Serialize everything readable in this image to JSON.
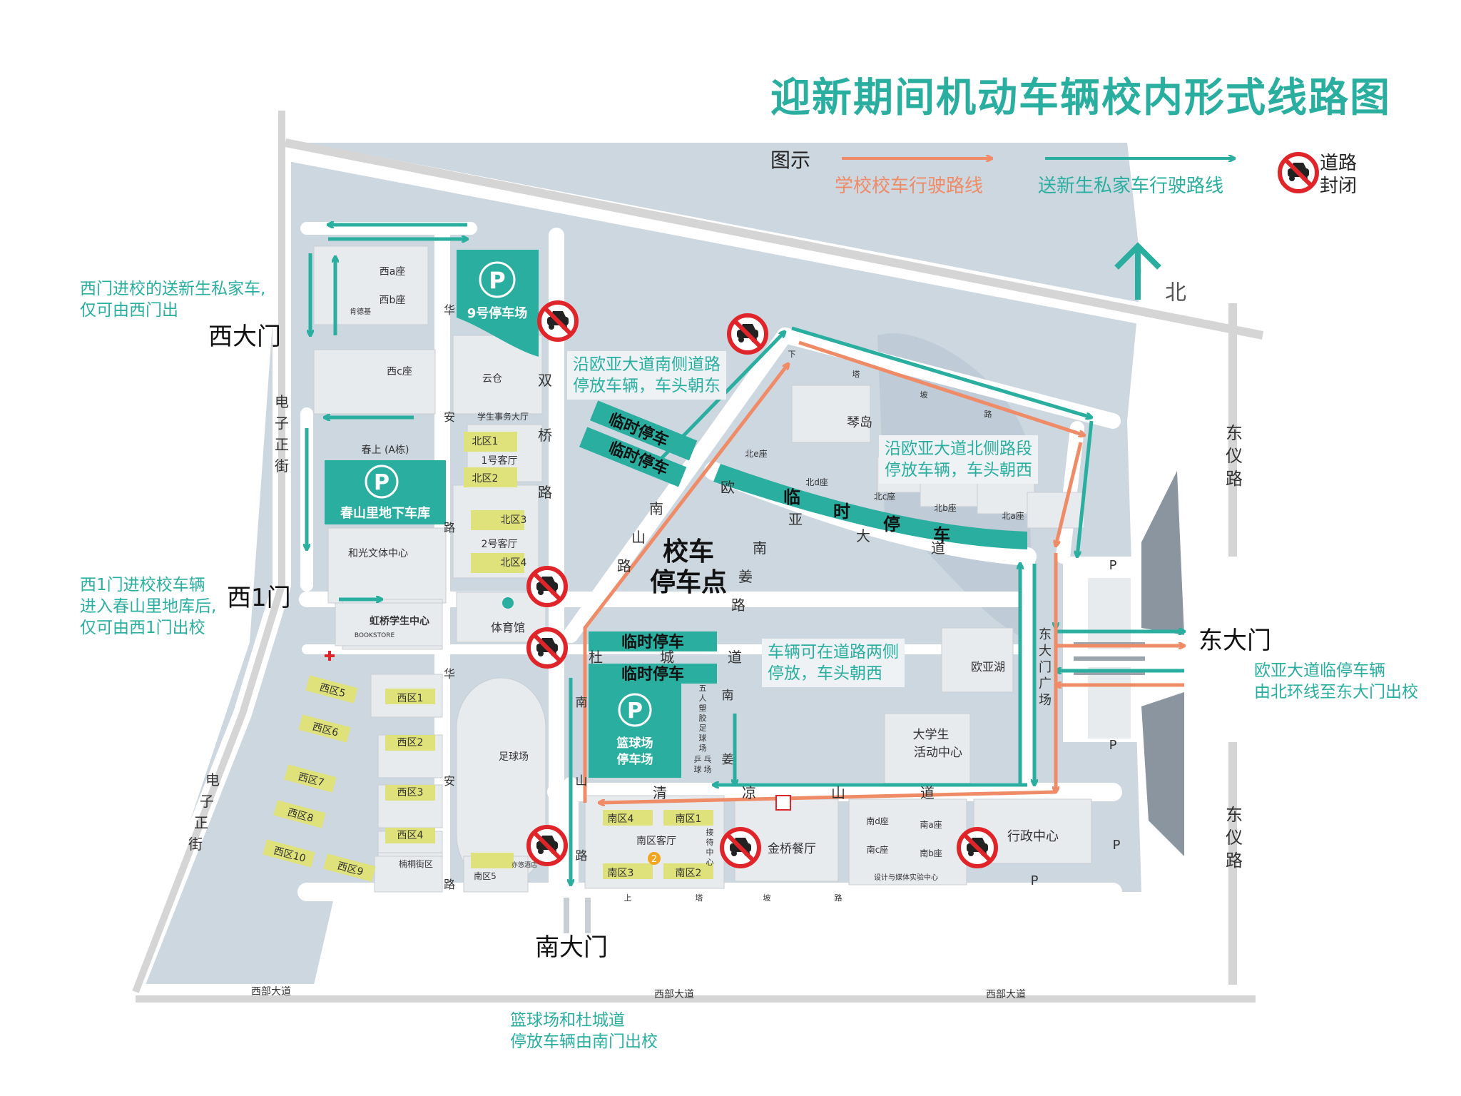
{
  "title": "迎新期间机动车辆校内形式线路图",
  "legend": {
    "label": "图示",
    "school_bus_route": "学校校车行驶路线",
    "private_car_route": "送新生私家车行驶路线",
    "road_closed_1": "道路",
    "road_closed_2": "封闭",
    "school_color": "#ef8b66",
    "private_color": "#2aaea0",
    "closed_icon": "no-car-icon"
  },
  "north": "北",
  "gates": {
    "west": "西大门",
    "west1": "西1门",
    "east": "东大门",
    "south": "南大门"
  },
  "notes": {
    "west_line1": "西门进校的送新生私家车,",
    "west_line2": "仅可由西门出",
    "west1_line1": "西1门进校校车辆",
    "west1_line2": "进入春山里地库后,",
    "west1_line3": "仅可由西1门出校",
    "east_line1": "欧亚大道临停车辆",
    "east_line2": "由北环线至东大门出校",
    "south_line1": "篮球场和杜城道",
    "south_line2": "停放车辆由南门出校",
    "south_side_line1": "沿欧亚大道南侧道路",
    "south_side_line2": "停放车辆，车头朝东",
    "north_side_line1": "沿欧亚大道北侧路段",
    "north_side_line2": "停放车辆，车头朝西",
    "both_sides_line1": "车辆可在道路两侧",
    "both_sides_line2": "停放，车头朝西"
  },
  "streets": {
    "dianzi_1": "电",
    "dianzi_2": "子",
    "dianzi_3": "正",
    "dianzi_4": "街",
    "dongyi_1": "东",
    "dongyi_2": "仪",
    "dongyi_3": "路",
    "xibu": "西部大道",
    "huaan_1": "华",
    "huaan_2": "安",
    "shuangqiao_1": "双",
    "shuangqiao_2": "桥",
    "shuangqiao_3": "路",
    "road_lu": "路",
    "nanshan_1": "南",
    "nanshan_2": "山",
    "nanshan_3": "路",
    "nanjiang_1": "南",
    "nanjiang_2": "姜",
    "nanjiang_3": "路",
    "oya_1": "欧",
    "oya_2": "亚",
    "oya_3": "大",
    "oya_4": "道",
    "ducheng_1": "杜",
    "ducheng_2": "城",
    "ducheng_3": "道",
    "xiata_1": "下",
    "xiata_2": "塔",
    "xiata_3": "坡",
    "xiata_4": "路",
    "qingliang_1": "清",
    "qingliang_2": "凉",
    "qingliang_3": "山",
    "qingliang_4": "道",
    "shangta_1": "上",
    "shangta_2": "塔",
    "shangta_3": "坡",
    "shangta_4": "路",
    "dongdamen_1": "东",
    "dongdamen_2": "大",
    "dongdamen_3": "门",
    "dongdamen_4": "广",
    "dongdamen_5": "场"
  },
  "temp_parking": {
    "label": "临时停车",
    "oya_chars": [
      "临",
      "时",
      "停",
      "车"
    ]
  },
  "bus_stop": {
    "line1": "校车",
    "line2": "停车点"
  },
  "parking": {
    "p": "P",
    "lot9": "9号停车场",
    "chunshan": "春山里地下车库",
    "basketball_1": "篮球场",
    "basketball_2": "停车场"
  },
  "buildings": {
    "xia": "西a座",
    "xib": "西b座",
    "xic": "西c座",
    "kfc": "肯德基",
    "yuncang": "云仓",
    "affairs": "学生事务大厅",
    "bei1": "北区1",
    "guest1": "1号客厅",
    "bei2": "北区2",
    "bei3": "北区3",
    "guest2": "2号客厅",
    "bei4": "北区4",
    "chunshang": "春上 (A栋)",
    "heguang": "和光文体中心",
    "hongqiao": "虹桥学生中心",
    "bookstore": "BOOKSTORE",
    "gym": "体育馆",
    "qindao": "琴岛",
    "beie": "北e座",
    "beid": "北d座",
    "beic": "北c座",
    "beib": "北b座",
    "beia": "北a座",
    "oyahu": "欧亚湖",
    "student_act_1": "大学生",
    "student_act_2": "活动中心",
    "admin": "行政中心",
    "design_lab": "设计与媒体实验中心",
    "nand": "南d座",
    "nana": "南a座",
    "nanc": "南c座",
    "nanb": "南b座",
    "jinqiao": "金桥餐厅",
    "nan4": "南区4",
    "nan1": "南区1",
    "nan_guest": "南区客厅",
    "nan3": "南区3",
    "nan2": "南区2",
    "nan5": "南区5",
    "reception_1": "接",
    "reception_2": "待",
    "reception_3": "中",
    "reception_4": "心",
    "football_field": "足球场",
    "five_a_side": [
      "五",
      "人",
      "塑",
      "胶",
      "足",
      "球",
      "场"
    ],
    "pingpong": [
      "乒",
      "乓",
      "球",
      "场"
    ],
    "xi1": "西区1",
    "xi2": "西区2",
    "xi3": "西区3",
    "xi4": "西区4",
    "xi5": "西区5",
    "xi6": "西区6",
    "xi7": "西区7",
    "xi8": "西区8",
    "xi9": "西区9",
    "xi10": "西区10",
    "nanmu": "楠桐街区",
    "yiyuan": "亦悠酒店",
    "num2": "2"
  }
}
